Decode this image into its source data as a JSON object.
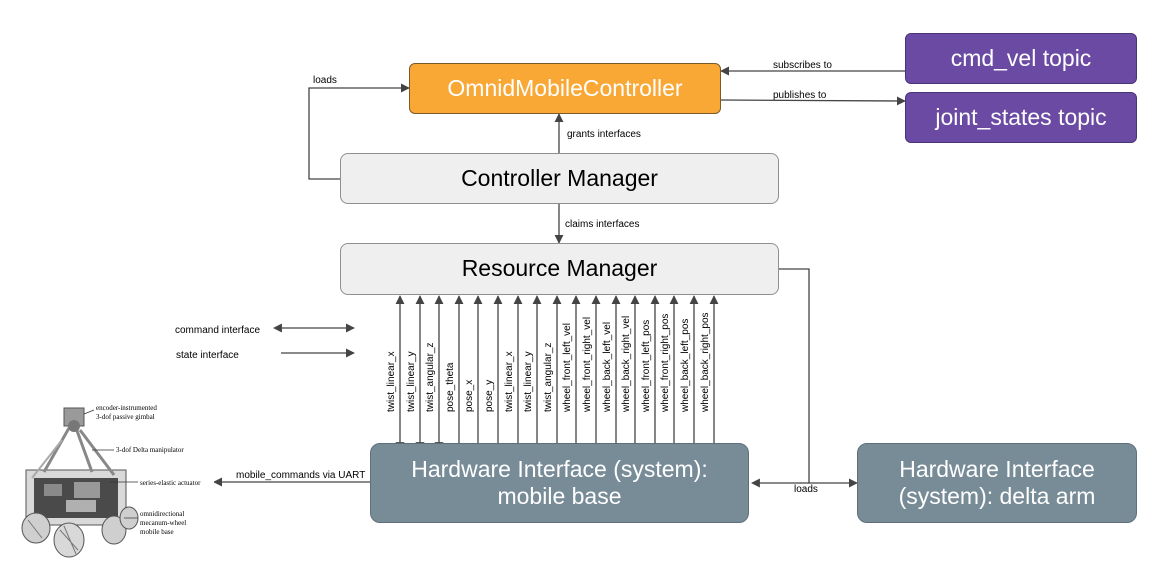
{
  "nodes": {
    "controller": "OmnidMobileController",
    "cmd_vel": "cmd_vel topic",
    "joint_states": "joint_states topic",
    "controller_manager": "Controller Manager",
    "resource_manager": "Resource Manager",
    "hw_mobile_line1": "Hardware Interface (system):",
    "hw_mobile_line2": "mobile base",
    "hw_delta_line1": "Hardware Interface",
    "hw_delta_line2": "(system): delta arm"
  },
  "edges": {
    "subscribes_to": "subscribes to",
    "publishes_to": "publishes to",
    "loads_left": "loads",
    "grants_interfaces": "grants interfaces",
    "claims_interfaces": "claims interfaces",
    "mobile_commands": "mobile_commands via UART",
    "loads_right": "loads"
  },
  "legend": {
    "command_interface": "command interface",
    "state_interface": "state interface"
  },
  "interfaces": [
    {
      "name": "twist_linear_x",
      "type": "command"
    },
    {
      "name": "twist_linear_y",
      "type": "command"
    },
    {
      "name": "twist_angular_z",
      "type": "command"
    },
    {
      "name": "pose_theta",
      "type": "state"
    },
    {
      "name": "pose_x",
      "type": "state"
    },
    {
      "name": "pose_y",
      "type": "state"
    },
    {
      "name": "twist_linear_x",
      "type": "state"
    },
    {
      "name": "twist_linear_y",
      "type": "state"
    },
    {
      "name": "twist_angular_z",
      "type": "state"
    },
    {
      "name": "wheel_front_left_vel",
      "type": "state"
    },
    {
      "name": "wheel_front_right_vel",
      "type": "state"
    },
    {
      "name": "wheel_back_left_vel",
      "type": "state"
    },
    {
      "name": "wheel_back_right_vel",
      "type": "state"
    },
    {
      "name": "wheel_front_left_pos",
      "type": "state"
    },
    {
      "name": "wheel_front_right_pos",
      "type": "state"
    },
    {
      "name": "wheel_back_left_pos",
      "type": "state"
    },
    {
      "name": "wheel_back_right_pos",
      "type": "state"
    }
  ],
  "robot_labels": {
    "gimbal_line1": "encoder-instrumented",
    "gimbal_line2": "3-dof passive gimbal",
    "delta": "3-dof Delta manipulator",
    "actuator": "series-elastic actuator",
    "base_line1": "omnidirectional",
    "base_line2": "mecanum-wheel",
    "base_line3": "mobile base"
  },
  "colors": {
    "controller": "#f9a836",
    "topic": "#6a4aa3",
    "manager": "#efefef",
    "hardware": "#788c98",
    "line": "#444444"
  }
}
